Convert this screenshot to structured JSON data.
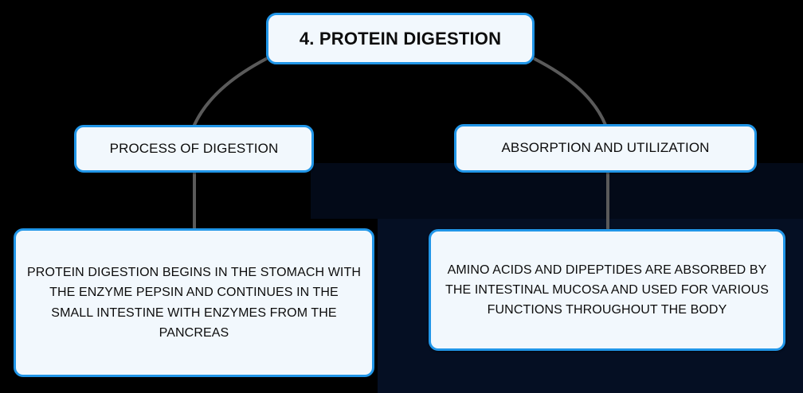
{
  "diagram": {
    "type": "hierarchy-tree",
    "background_color": "#000000",
    "node_fill_color": "#f2f8fd",
    "node_border_color": "#2196e8",
    "connector_color": "#5a5a5a",
    "text_color": "#0d0d0d",
    "root": {
      "label": "4. PROTEIN DIGESTION"
    },
    "branches": [
      {
        "heading": "PROCESS OF DIGESTION",
        "detail": "PROTEIN DIGESTION BEGINS IN THE STOMACH WITH THE ENZYME PEPSIN AND CONTINUES IN THE SMALL INTESTINE WITH ENZYMES FROM THE PANCREAS"
      },
      {
        "heading": "ABSORPTION AND UTILIZATION",
        "detail": "AMINO ACIDS AND DIPEPTIDES ARE ABSORBED BY THE INTESTINAL MUCOSA AND USED FOR VARIOUS FUNCTIONS THROUGHOUT THE BODY"
      }
    ]
  }
}
